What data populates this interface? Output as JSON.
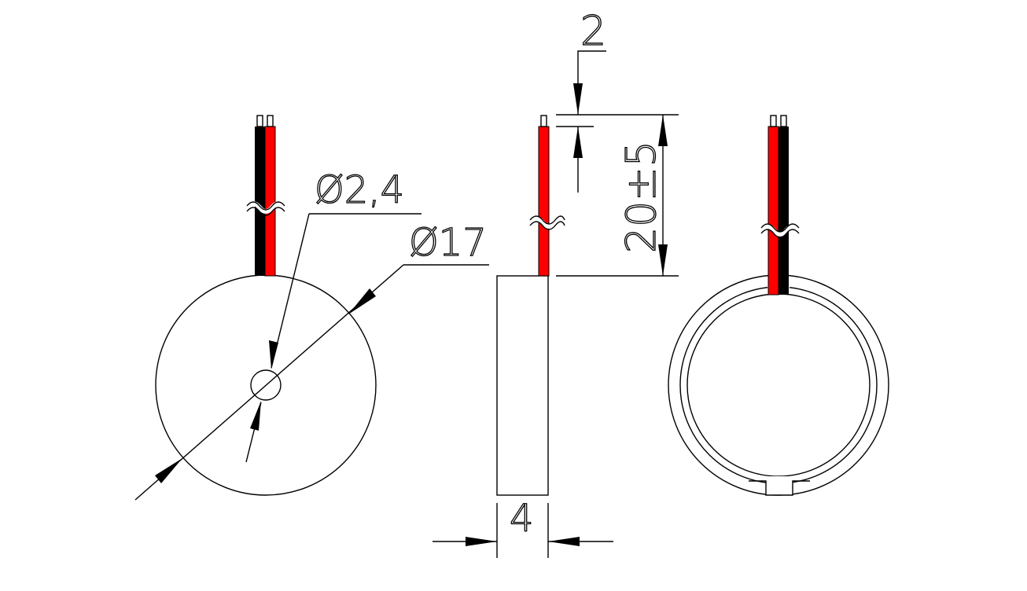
{
  "dimensions": {
    "hole_diameter": "Ø2,4",
    "disc_diameter": "Ø17",
    "stripped_length": "2",
    "lead_length": "20±5",
    "thickness": "4"
  },
  "colors": {
    "wire_red": "#ff0000",
    "wire_black": "#000000",
    "line": "#000000",
    "background": "#ffffff"
  }
}
